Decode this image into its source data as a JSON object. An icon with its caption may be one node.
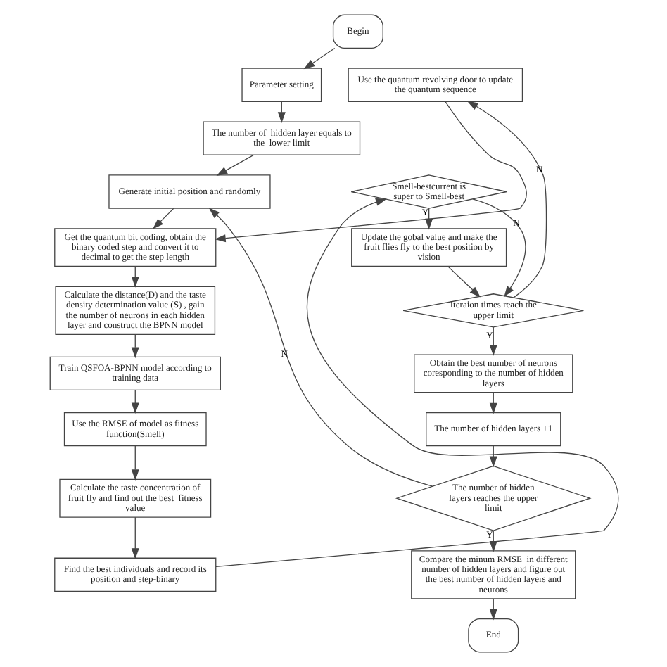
{
  "diagram": {
    "nodes": [
      {
        "text": [
          "Begin"
        ]
      },
      {
        "text": [
          "Parameter setting"
        ]
      },
      {
        "text": [
          "The number of  hidden layer equals to the  lower limit"
        ]
      },
      {
        "text": [
          "Generate initial position and randomly"
        ]
      },
      {
        "text": [
          "Get the quantum bit coding, obtain the binary coded step and convert it to decimal to get the step length"
        ]
      },
      {
        "text": [
          "Calculate the distance(D) and the taste density determination value (S) , gain the number of neurons in each hidden layer and construct the BPNN model"
        ]
      },
      {
        "text": [
          "Train QSFOA-BPNN model according to training data"
        ]
      },
      {
        "text": [
          "Use the RMSE of model as fitness function(Smell)"
        ]
      },
      {
        "text": [
          "Calculate the taste concentration of fruit fly and find out the best  fitness value"
        ]
      },
      {
        "text": [
          "Find the best individuals and record its position and step-binary"
        ]
      },
      {
        "text": [
          "Use the quantum revolving door to update the quantum sequence"
        ]
      },
      {
        "text": [
          "Smell-bestcurrent is super to Smell-best"
        ]
      },
      {
        "text": [
          "Update the gobal value and make the fruit flies fly to the best position by vision"
        ]
      },
      {
        "text": [
          "Iteraion times reach the upper limit"
        ]
      },
      {
        "text": [
          "Obtain the best number of neurons coresponding to the number of hidden layers"
        ]
      },
      {
        "text": [
          "The number of hidden layers +1"
        ]
      },
      {
        "text": [
          "The number of hidden layers reaches the upper limit"
        ]
      },
      {
        "text": [
          "Compare the minum RMSE  in different number of hidden layers and figure out the best number of hidden layers and neurons"
        ]
      },
      {
        "text": [
          "End"
        ]
      }
    ],
    "edges": [
      {
        "from": 0,
        "to": 1,
        "arrow": "to"
      },
      {
        "from": 1,
        "to": 2,
        "arrow": "to"
      },
      {
        "from": 2,
        "to": 3,
        "arrow": "to"
      },
      {
        "from": 3,
        "to": 4,
        "arrow": "to"
      },
      {
        "from": 4,
        "to": 5,
        "arrow": "to"
      },
      {
        "from": 5,
        "to": 6,
        "arrow": "to"
      },
      {
        "from": 6,
        "to": 7,
        "arrow": "to"
      },
      {
        "from": 7,
        "to": 8,
        "arrow": "to"
      },
      {
        "from": 8,
        "to": 9,
        "arrow": "to"
      },
      {
        "from": 9,
        "to": 11,
        "arrow": "to"
      },
      {
        "from": 11,
        "to": 12,
        "arrow": "to",
        "label": "Y"
      },
      {
        "from": 11,
        "to": 13,
        "arrow": "to",
        "label": "N"
      },
      {
        "from": 12,
        "to": 13,
        "arrow": "to"
      },
      {
        "from": 13,
        "to": 14,
        "arrow": "to",
        "label": "Y"
      },
      {
        "from": 13,
        "to": 10,
        "arrow": "to",
        "label": "N"
      },
      {
        "from": 10,
        "to": 4,
        "arrow": "to"
      },
      {
        "from": 14,
        "to": 15,
        "arrow": "to"
      },
      {
        "from": 15,
        "to": 16,
        "arrow": "to"
      },
      {
        "from": 16,
        "to": 17,
        "arrow": "to",
        "label": "Y"
      },
      {
        "from": 16,
        "to": 3,
        "arrow": "to",
        "label": "N"
      },
      {
        "from": 17,
        "to": 18,
        "arrow": "to"
      }
    ]
  }
}
